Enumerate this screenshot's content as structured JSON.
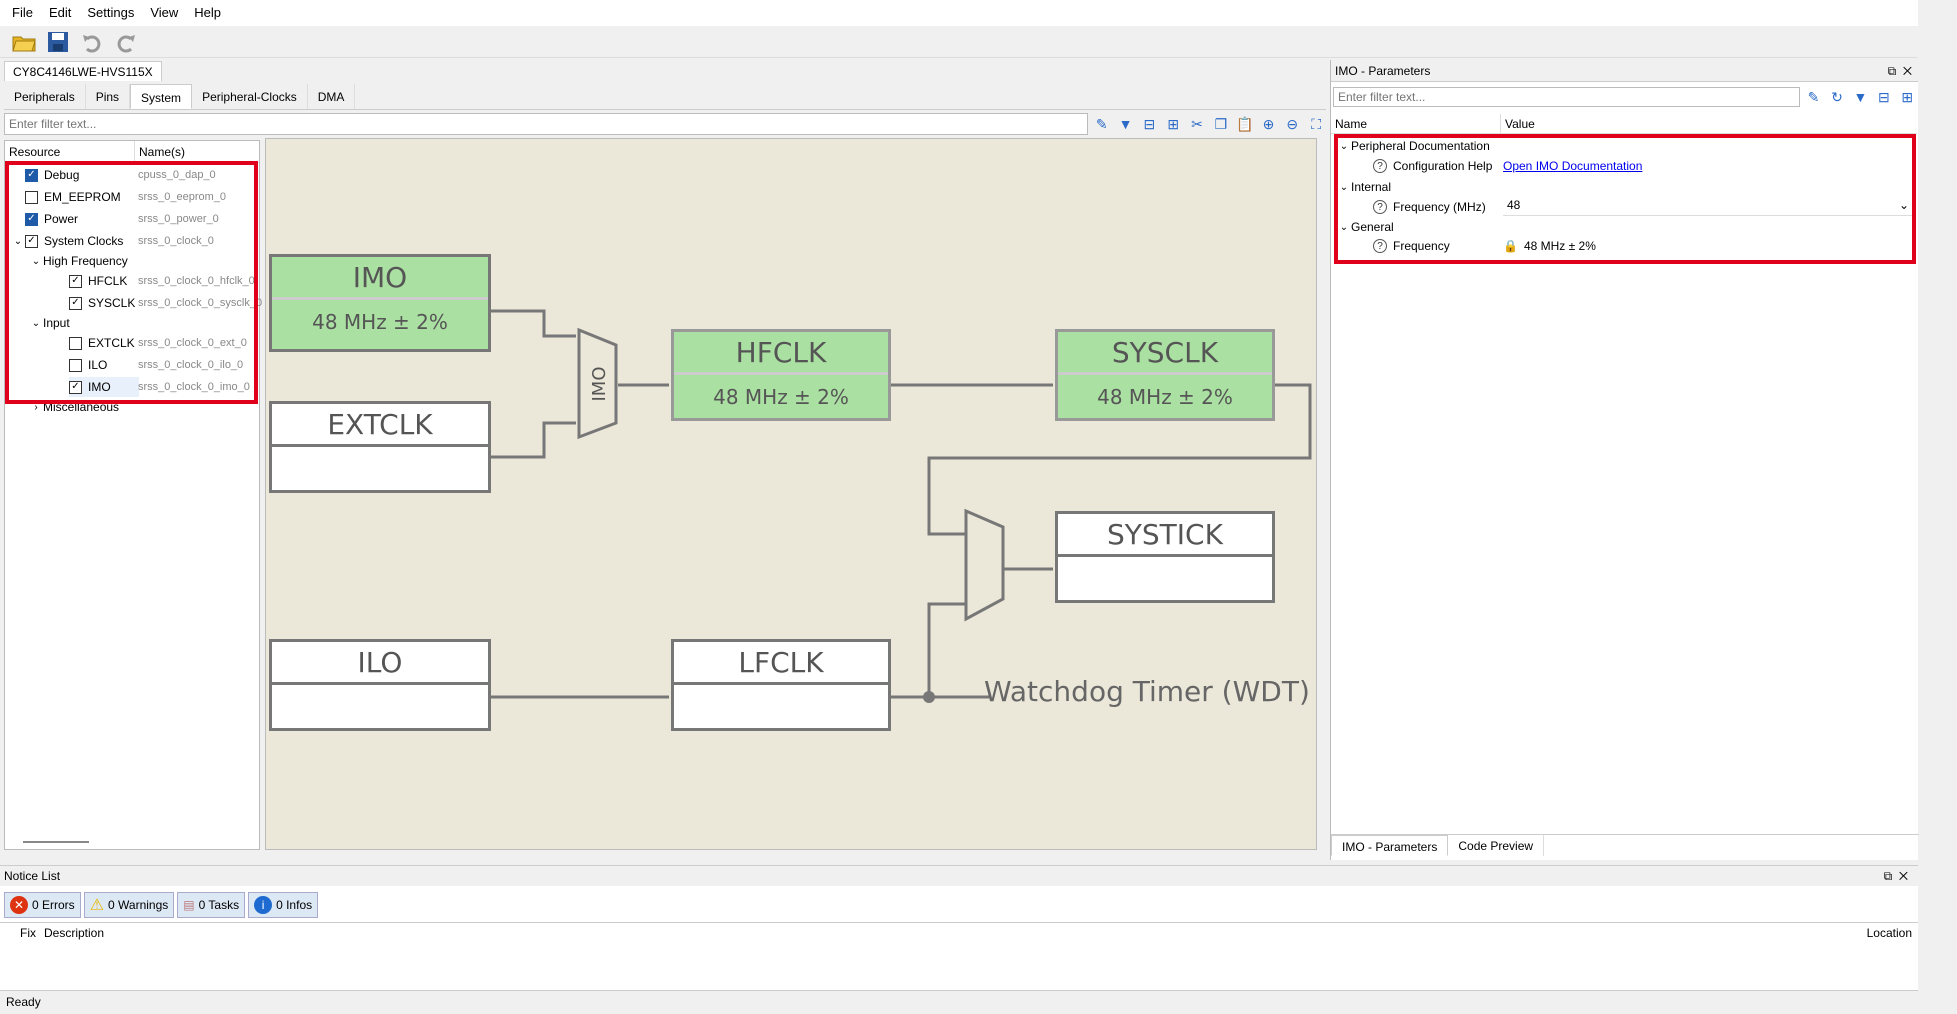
{
  "menu": [
    "File",
    "Edit",
    "Settings",
    "View",
    "Help"
  ],
  "device": "CY8C4146LWE-HVS115X",
  "tabs": [
    "Peripherals",
    "Pins",
    "System",
    "Peripheral-Clocks",
    "DMA"
  ],
  "filter_placeholder": "Enter filter text...",
  "resource": {
    "headers": [
      "Resource",
      "Name(s)"
    ],
    "rows": [
      {
        "label": "Debug",
        "name": "cpuss_0_dap_0"
      },
      {
        "label": "EM_EEPROM",
        "name": "srss_0_eeprom_0"
      },
      {
        "label": "Power",
        "name": "srss_0_power_0"
      },
      {
        "label": "System Clocks",
        "name": "srss_0_clock_0"
      },
      {
        "label": "High Frequency",
        "name": ""
      },
      {
        "label": "HFCLK",
        "name": "srss_0_clock_0_hfclk_0"
      },
      {
        "label": "SYSCLK",
        "name": "srss_0_clock_0_sysclk_0"
      },
      {
        "label": "Input",
        "name": ""
      },
      {
        "label": "EXTCLK",
        "name": "srss_0_clock_0_ext_0"
      },
      {
        "label": "ILO",
        "name": "srss_0_clock_0_ilo_0"
      },
      {
        "label": "IMO",
        "name": "srss_0_clock_0_imo_0"
      },
      {
        "label": "Miscellaneous",
        "name": ""
      }
    ]
  },
  "diagram": {
    "imo": {
      "title": "IMO",
      "value": "48 MHz ± 2%"
    },
    "extclk": {
      "title": "EXTCLK",
      "value": ""
    },
    "mux": "IMO",
    "hfclk": {
      "title": "HFCLK",
      "value": "48 MHz ± 2%"
    },
    "sysclk": {
      "title": "SYSCLK",
      "value": "48 MHz ± 2%"
    },
    "systick": {
      "title": "SYSTICK",
      "value": ""
    },
    "ilo": {
      "title": "ILO",
      "value": ""
    },
    "lfclk": {
      "title": "LFCLK",
      "value": ""
    },
    "wdt": "Watchdog Timer (WDT)"
  },
  "params": {
    "title": "IMO - Parameters",
    "filter_placeholder": "Enter filter text...",
    "headers": [
      "Name",
      "Value"
    ],
    "sections": {
      "doc": "Peripheral Documentation",
      "doc_item": "Configuration Help",
      "doc_link": "Open IMO Documentation",
      "internal": "Internal",
      "freq_mhz_label": "Frequency (MHz)",
      "freq_mhz_value": "48",
      "general": "General",
      "freq_label": "Frequency",
      "freq_value": "48 MHz ± 2%"
    },
    "bottom_tabs": [
      "IMO - Parameters",
      "Code Preview"
    ]
  },
  "notice": {
    "title": "Notice List",
    "errors": "0 Errors",
    "warnings": "0 Warnings",
    "tasks": "0 Tasks",
    "infos": "0 Infos",
    "col_fix": "Fix",
    "col_desc": "Description",
    "col_loc": "Location"
  },
  "status": "Ready"
}
